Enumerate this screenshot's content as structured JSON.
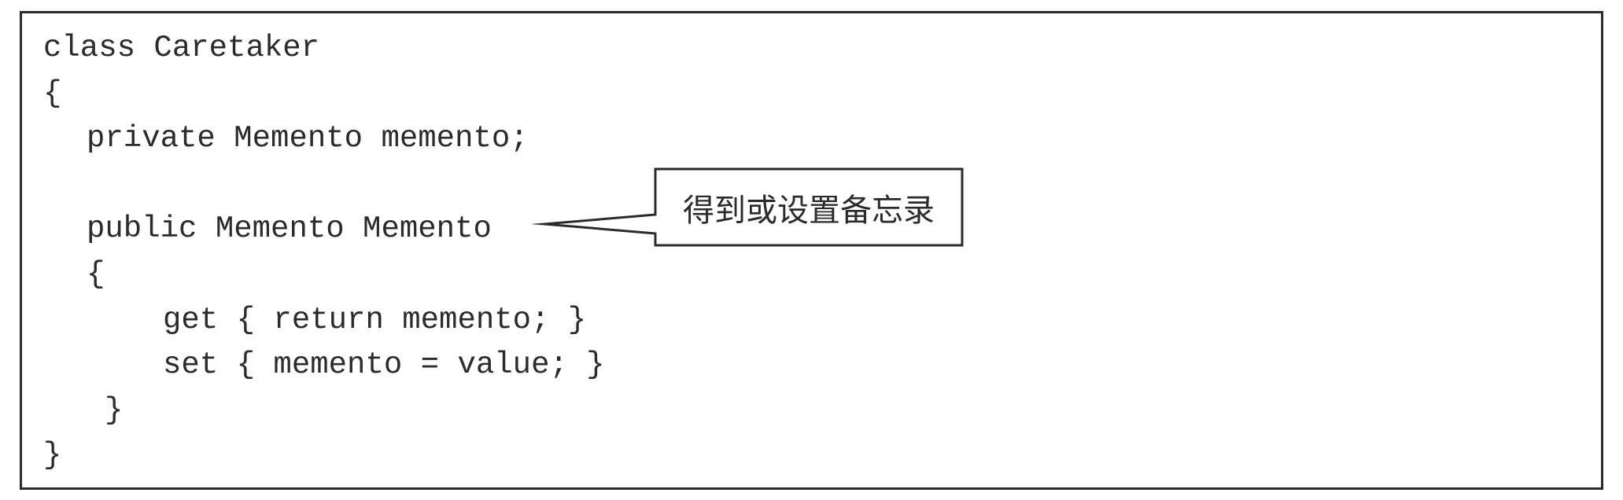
{
  "figure": {
    "kind": "code-snippet-with-callout"
  },
  "code": {
    "language": "csharp",
    "lines": [
      {
        "text": "class Caretaker",
        "indent": 0
      },
      {
        "text": "{",
        "indent": 0
      },
      {
        "text": "private Memento memento;",
        "indent": 1
      },
      {
        "text": "",
        "indent": 0
      },
      {
        "text": "public Memento Memento",
        "indent": 1
      },
      {
        "text": "{",
        "indent": 1
      },
      {
        "text": "get { return memento; }",
        "indent": 2
      },
      {
        "text": "set { memento = value; }",
        "indent": 2
      },
      {
        "text": "}",
        "indent": 3
      },
      {
        "text": "}",
        "indent": 0
      }
    ]
  },
  "callout": {
    "label": "得到或设置备忘录"
  },
  "colors": {
    "ink": "#2b2b2b",
    "background": "#ffffff"
  }
}
